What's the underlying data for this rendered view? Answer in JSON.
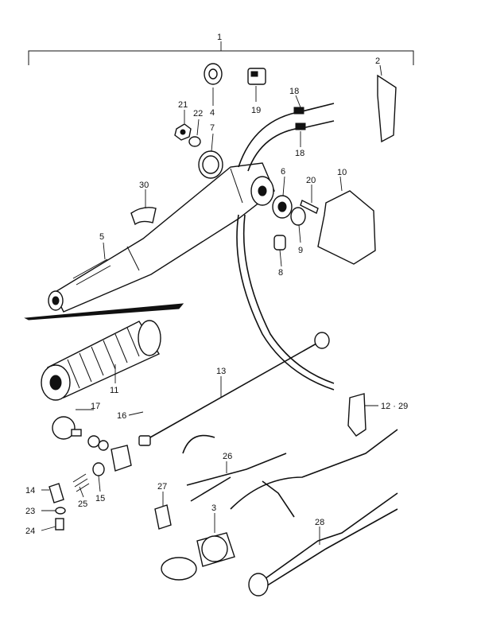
{
  "labels": {
    "p1": "1",
    "p2": "2",
    "p3": "3",
    "p4": "4",
    "p5": "5",
    "p6": "6",
    "p7": "7",
    "p8": "8",
    "p9": "9",
    "p10": "10",
    "p11": "11",
    "p12_29": "12 · 29",
    "p13": "13",
    "p14": "14",
    "p15": "15",
    "p16": "16",
    "p17": "17",
    "p18a": "18",
    "p18b": "18",
    "p19": "19",
    "p20": "20",
    "p21": "21",
    "p22": "22",
    "p23": "23",
    "p24": "24",
    "p25": "25",
    "p26": "26",
    "p27": "27",
    "p28": "28",
    "p30": "30"
  }
}
